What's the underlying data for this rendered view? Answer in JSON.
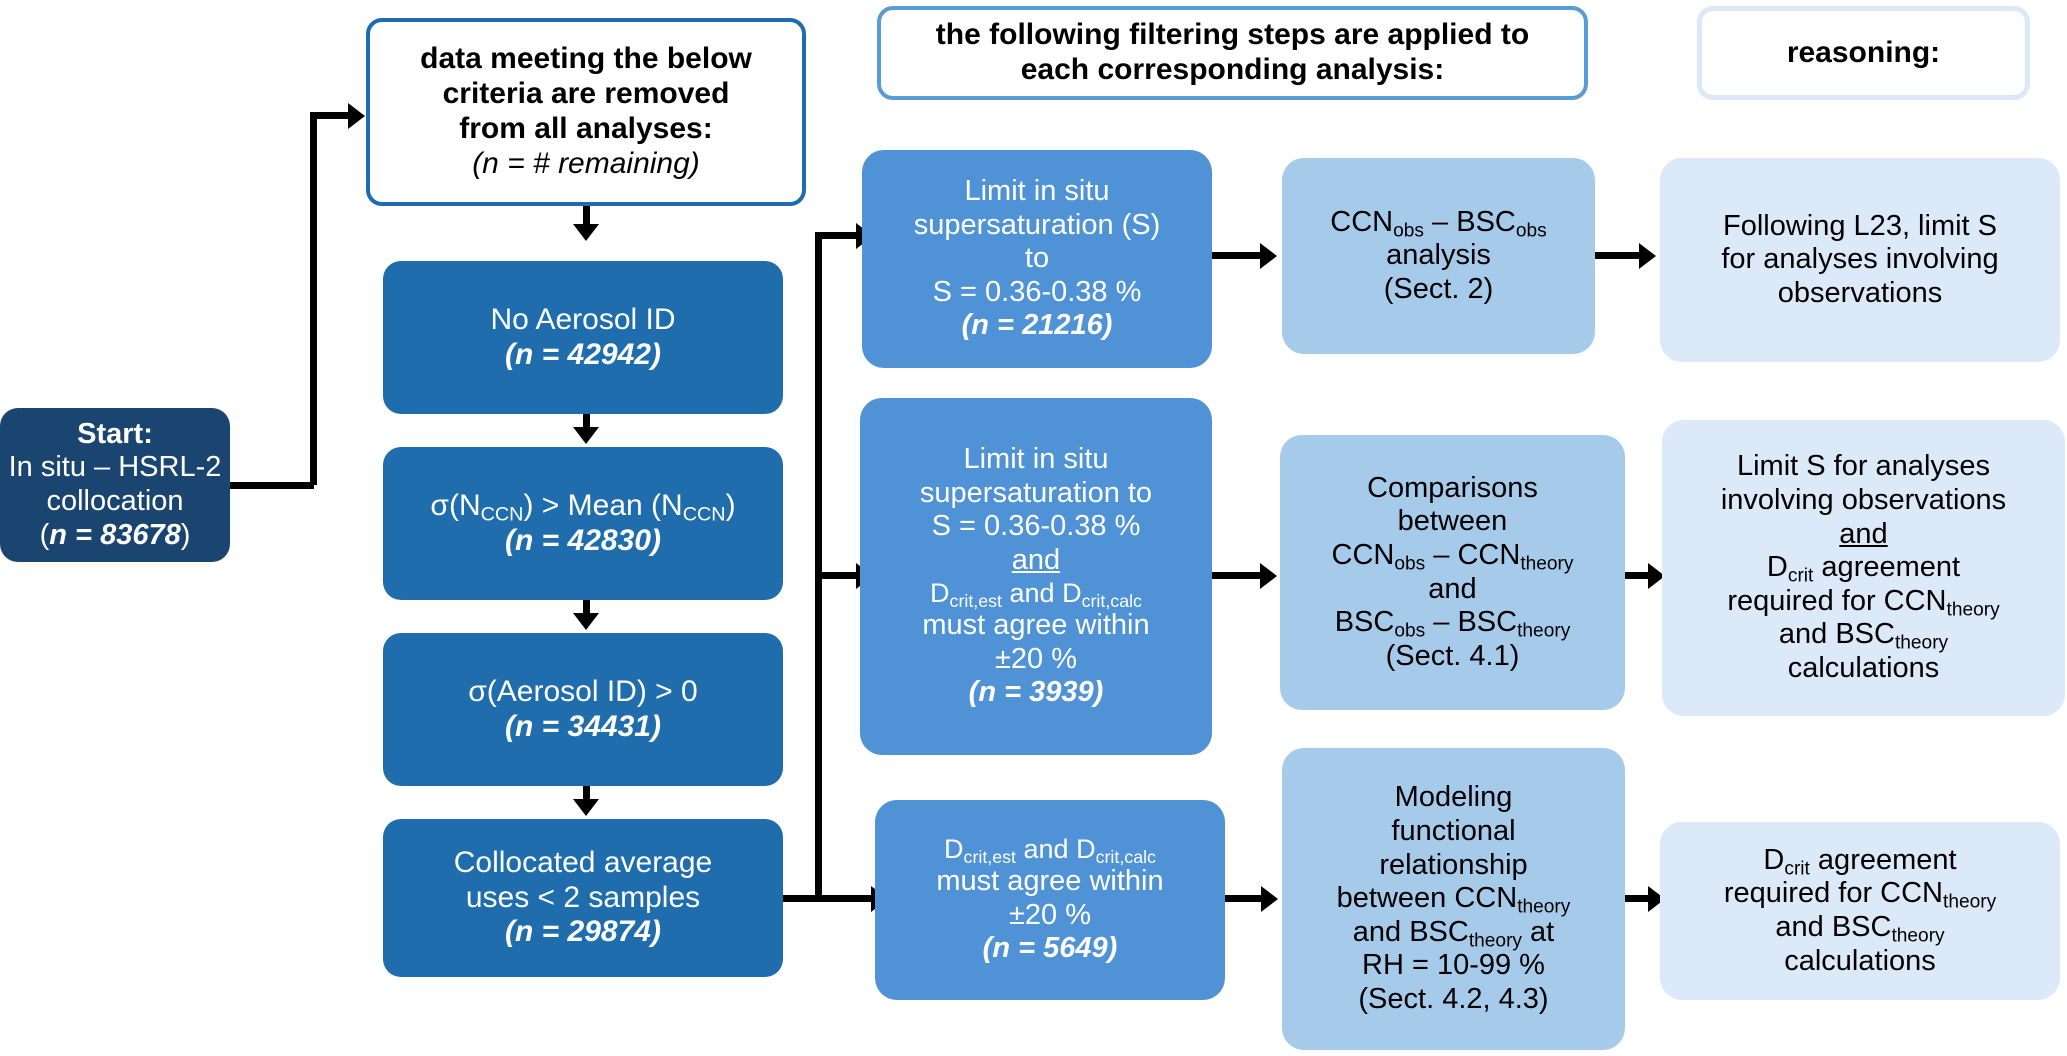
{
  "headers": {
    "removal": {
      "line1": "data meeting the below",
      "line2": "criteria are removed",
      "line3": "from all analyses:",
      "note": "(n = # remaining)"
    },
    "filtering": {
      "line1": "the following filtering steps are applied to",
      "line2": "each corresponding analysis:"
    },
    "reasoning": {
      "label": "reasoning:"
    }
  },
  "start": {
    "title": "Start:",
    "line1": "In situ – HSRL-2",
    "line2": "collocation",
    "n_prefix": "(",
    "n_var": "n",
    "n_eq": " = ",
    "n_val": "83678",
    "n_suffix": ")"
  },
  "removal_steps": [
    {
      "label": "No Aerosol ID",
      "n": "(n = 42942)",
      "n_val": "42942"
    },
    {
      "label": "σ(NCCN) > Mean (NCCN)",
      "n": "(n = 42830)",
      "n_val": "42830"
    },
    {
      "label": "σ(Aerosol ID) > 0",
      "n": "(n = 34431)",
      "n_val": "34431"
    },
    {
      "label_line1": "Collocated average",
      "label_line2": "uses < 2 samples",
      "n": "(n = 29874)",
      "n_val": "29874"
    }
  ],
  "filters": [
    {
      "line1": "Limit in situ",
      "line2": "supersaturation (S)",
      "line3": "to",
      "line4": "S = 0.36-0.38 %",
      "n_val": "21216"
    },
    {
      "line1": "Limit in situ",
      "line2": "supersaturation to",
      "line3": "S = 0.36-0.38 %",
      "line4": "and",
      "line5": "Dcrit,est and Dcrit,calc",
      "line6": "must agree within",
      "line7": "±20 %",
      "n_val": "3939"
    },
    {
      "line1": "Dcrit,est and Dcrit,calc",
      "line2": "must agree within",
      "line3": "±20 %",
      "n_val": "5649"
    }
  ],
  "analyses": [
    {
      "line1": "CCNobs – BSCobs",
      "line2": "analysis",
      "line3": "(Sect. 2)"
    },
    {
      "line1": "Comparisons",
      "line2": "between",
      "line3": "CCNobs – CCNtheory",
      "line4": "and",
      "line5": "BSCobs – BSCtheory",
      "line6": "(Sect. 4.1)"
    },
    {
      "line1": "Modeling",
      "line2": "functional",
      "line3": "relationship",
      "line4": "between CCNtheory",
      "line5": "and BSCtheory at",
      "line6": "RH = 10-99 %",
      "line7": "(Sect. 4.2, 4.3)"
    }
  ],
  "reasonings": [
    {
      "line1": "Following L23, limit S",
      "line2": "for analyses involving",
      "line3": "observations"
    },
    {
      "line1": "Limit S for analyses",
      "line2": "involving observations",
      "line3": "and",
      "line4": "Dcrit agreement",
      "line5": "required for CCNtheory",
      "line6": "and BSCtheory",
      "line7": "calculations"
    },
    {
      "line1": "Dcrit agreement",
      "line2": "required for CCNtheory",
      "line3": "and BSCtheory",
      "line4": "calculations"
    }
  ],
  "tokens": {
    "sigma": "σ",
    "ndash": "–",
    "plusminus": "±",
    "n_var": "n",
    "eq": " = ",
    "paren_open": "(",
    "paren_close": ")",
    "sub_ccn": "CCN",
    "sub_obs": "obs",
    "sub_theory": "theory",
    "sub_crit": "crit",
    "sub_crit_est": "crit,est",
    "sub_crit_calc": "crit,calc",
    "and_word": "and",
    "to_word": "to",
    "D": "D",
    "BSC": "BSC",
    "N": "N"
  },
  "colors": {
    "navy": "#1b4571",
    "dark_blue": "#1f6dad",
    "mid_blue": "#4f92d6",
    "light_blue": "#a6cbea",
    "pale_blue": "#dce9f8",
    "outline_strong": "#1f6bb0",
    "outline_mid": "#5b9bd5",
    "outline_pale": "#dbe8f7",
    "connector": "#000000"
  }
}
